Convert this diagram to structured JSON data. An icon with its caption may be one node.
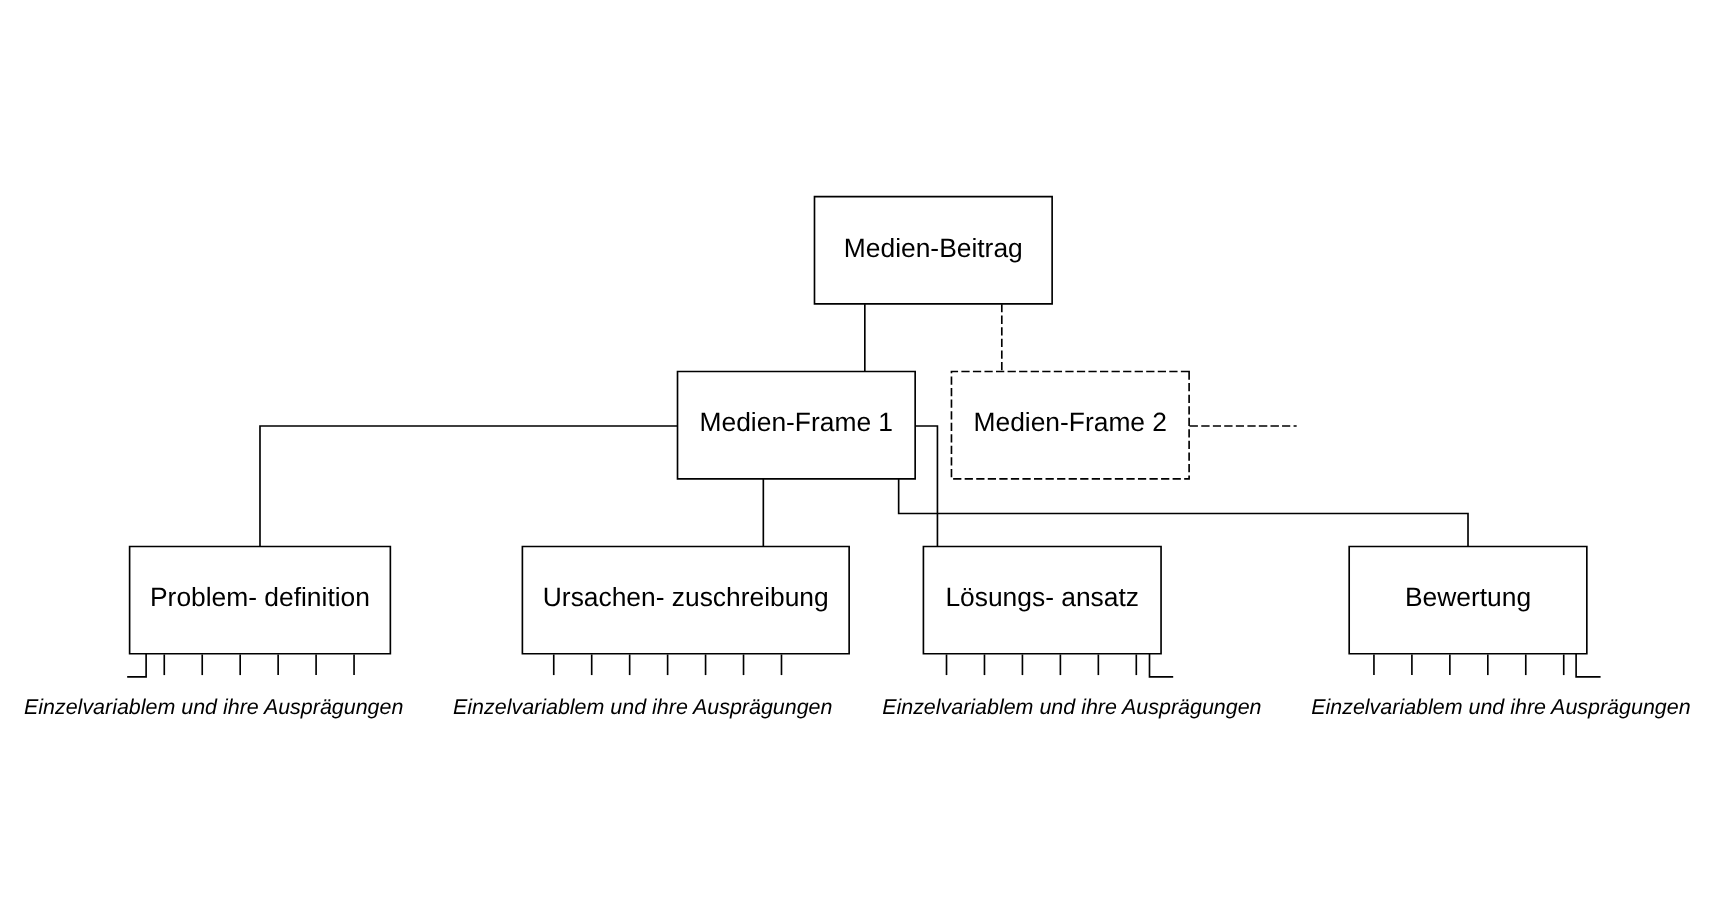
{
  "diagram": {
    "nodes": [
      {
        "text": [
          "Medien-Beitrag"
        ]
      },
      {
        "text": [
          "Medien-Frame 1"
        ]
      },
      {
        "text": [
          "Medien-Frame 2"
        ]
      },
      {
        "text": [
          "Problem- definition"
        ],
        "beside": [
          "Einzelvariablem und ihre Ausprägungen"
        ]
      },
      {
        "text": [
          "Ursachen- zuschreibung"
        ],
        "beside": [
          "Einzelvariablem und ihre Ausprägungen"
        ]
      },
      {
        "text": [
          "Lösungs- ansatz"
        ],
        "beside": [
          "Einzelvariablem und ihre Ausprägungen"
        ]
      },
      {
        "text": [
          "Bewertung"
        ],
        "beside": [
          "Einzelvariablem und ihre Ausprägungen"
        ]
      }
    ],
    "edges": [
      {
        "from": 0,
        "to": 1,
        "arrow": "none"
      },
      {
        "from": 0,
        "to": 2,
        "arrow": "none",
        "style": "dashed"
      },
      {
        "from": 2,
        "to": null,
        "arrow": "none",
        "style": "dashed"
      },
      {
        "from": 1,
        "to": 3,
        "arrow": "none"
      },
      {
        "from": 1,
        "to": 4,
        "arrow": "none"
      },
      {
        "from": 1,
        "to": 5,
        "arrow": "none"
      },
      {
        "from": 1,
        "to": 6,
        "arrow": "none"
      },
      {
        "from": 3,
        "to": null,
        "arrow": "none"
      },
      {
        "from": 3,
        "to": null,
        "arrow": "none"
      },
      {
        "from": 3,
        "to": null,
        "arrow": "none"
      },
      {
        "from": 3,
        "to": null,
        "arrow": "none"
      },
      {
        "from": 3,
        "to": null,
        "arrow": "none"
      },
      {
        "from": 3,
        "to": null,
        "arrow": "none"
      },
      {
        "from": 3,
        "to": null,
        "arrow": "none"
      },
      {
        "from": 4,
        "to": null,
        "arrow": "none"
      },
      {
        "from": 4,
        "to": null,
        "arrow": "none"
      },
      {
        "from": 4,
        "to": null,
        "arrow": "none"
      },
      {
        "from": 4,
        "to": null,
        "arrow": "none"
      },
      {
        "from": 4,
        "to": null,
        "arrow": "none"
      },
      {
        "from": 4,
        "to": null,
        "arrow": "none"
      },
      {
        "from": 4,
        "to": null,
        "arrow": "none"
      },
      {
        "from": 5,
        "to": null,
        "arrow": "none"
      },
      {
        "from": 5,
        "to": null,
        "arrow": "none"
      },
      {
        "from": 5,
        "to": null,
        "arrow": "none"
      },
      {
        "from": 5,
        "to": null,
        "arrow": "none"
      },
      {
        "from": 5,
        "to": null,
        "arrow": "none"
      },
      {
        "from": 5,
        "to": null,
        "arrow": "none"
      },
      {
        "from": 5,
        "to": null,
        "arrow": "none"
      },
      {
        "from": 6,
        "to": null,
        "arrow": "none"
      },
      {
        "from": 6,
        "to": null,
        "arrow": "none"
      },
      {
        "from": 6,
        "to": null,
        "arrow": "none"
      },
      {
        "from": 6,
        "to": null,
        "arrow": "none"
      },
      {
        "from": 6,
        "to": null,
        "arrow": "none"
      },
      {
        "from": 6,
        "to": null,
        "arrow": "none"
      },
      {
        "from": 6,
        "to": null,
        "arrow": "none"
      }
    ]
  }
}
